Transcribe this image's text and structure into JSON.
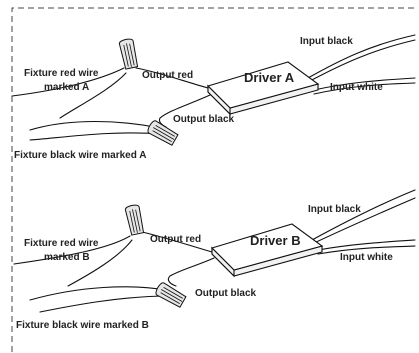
{
  "driver_a": {
    "name": "Driver A",
    "input_black": "Input  black",
    "input_white": "Input  white",
    "output_red": "Output red",
    "output_black": "Output black",
    "fixture_red_line1": "Fixture red wire",
    "fixture_red_line2": "marked A",
    "fixture_black": "Fixture black wire marked A"
  },
  "driver_b": {
    "name": "Driver B",
    "input_black": "Input  black",
    "input_white": "Input  white",
    "output_red": "Output red",
    "output_black": "Output black",
    "fixture_red_line1": "Fixture red wire",
    "fixture_red_line2": "marked B",
    "fixture_black": "Fixture black wire marked B"
  }
}
